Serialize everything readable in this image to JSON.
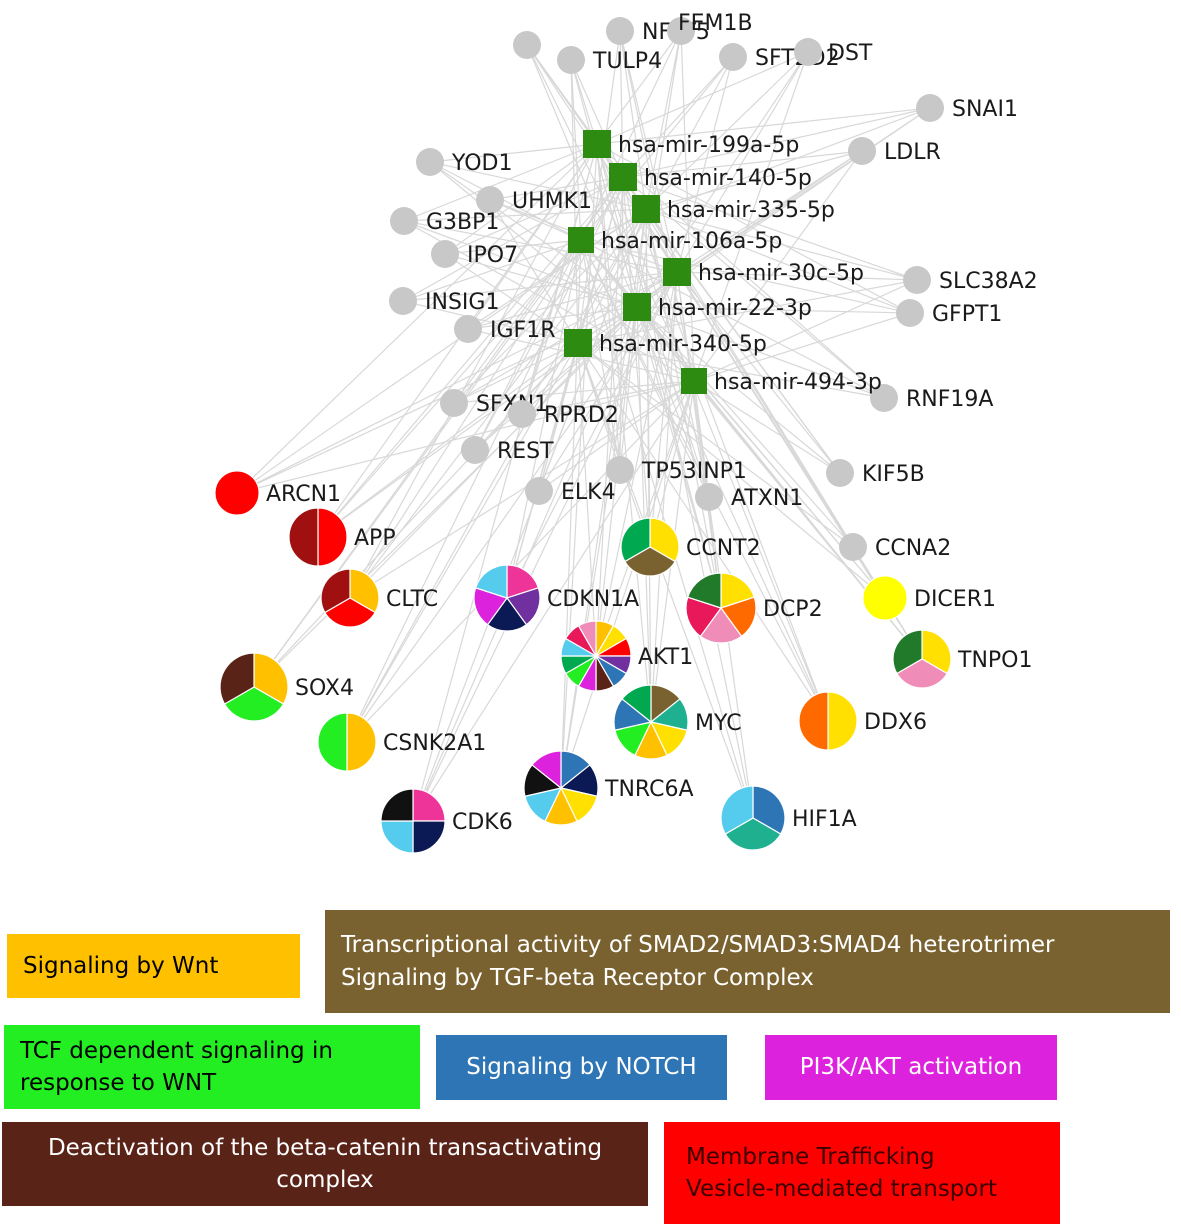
{
  "colors": {
    "edge": "#d8d8d8",
    "gene_node": "#c8c8c8",
    "mirna_node": "#2e8b12",
    "wnt": "#ffc000",
    "tgf": "#7a6230",
    "tcf": "#22ee22",
    "notch": "#2e75b6",
    "pi3k": "#dd22dd",
    "deact": "#5a2318",
    "membrane": "#ff0000"
  },
  "mirnas": [
    {
      "id": "m199",
      "label": "hsa-mir-199a-5p"
    },
    {
      "id": "m140",
      "label": "hsa-mir-140-5p"
    },
    {
      "id": "m335",
      "label": "hsa-mir-335-5p"
    },
    {
      "id": "m106",
      "label": "hsa-mir-106a-5p"
    },
    {
      "id": "m30c",
      "label": "hsa-mir-30c-5p"
    },
    {
      "id": "m22",
      "label": "hsa-mir-22-3p"
    },
    {
      "id": "m340",
      "label": "hsa-mir-340-5p"
    },
    {
      "id": "m494",
      "label": "hsa-mir-494-3p"
    }
  ],
  "genes": [
    {
      "id": "g_unl",
      "label": ""
    },
    {
      "id": "tulp4",
      "label": "TULP4"
    },
    {
      "id": "nfat5",
      "label": "NFAT5"
    },
    {
      "id": "fem1b",
      "label": "FEM1B"
    },
    {
      "id": "sft2d2",
      "label": "SFT2D2"
    },
    {
      "id": "dst",
      "label": "DST"
    },
    {
      "id": "snai1",
      "label": "SNAI1"
    },
    {
      "id": "ldlr",
      "label": "LDLR"
    },
    {
      "id": "yod1",
      "label": "YOD1"
    },
    {
      "id": "uhmk1",
      "label": "UHMK1"
    },
    {
      "id": "g3bp1",
      "label": "G3BP1"
    },
    {
      "id": "ipo7",
      "label": "IPO7"
    },
    {
      "id": "slc38a2",
      "label": "SLC38A2"
    },
    {
      "id": "gfpt1",
      "label": "GFPT1"
    },
    {
      "id": "insig1",
      "label": "INSIG1"
    },
    {
      "id": "igf1r",
      "label": "IGF1R"
    },
    {
      "id": "rnf19a",
      "label": "RNF19A"
    },
    {
      "id": "sfxn1",
      "label": "SFXN1"
    },
    {
      "id": "rprd2",
      "label": "RPRD2"
    },
    {
      "id": "rest",
      "label": "REST"
    },
    {
      "id": "kif5b",
      "label": "KIF5B"
    },
    {
      "id": "tp53inp1",
      "label": "TP53INP1"
    },
    {
      "id": "elk4",
      "label": "ELK4"
    },
    {
      "id": "atxn1",
      "label": "ATXN1"
    },
    {
      "id": "ccna2",
      "label": "CCNA2"
    }
  ],
  "pathway_genes": [
    {
      "id": "arcn1",
      "label": "ARCN1",
      "segments": [
        "#ff0000"
      ]
    },
    {
      "id": "app",
      "label": "APP",
      "segments": [
        "#ff0000",
        "#a01010"
      ]
    },
    {
      "id": "ccnt2",
      "label": "CCNT2",
      "segments": [
        "#ffe000",
        "#7a6230",
        "#00a850"
      ]
    },
    {
      "id": "cltc",
      "label": "CLTC",
      "segments": [
        "#ffc000",
        "#ff0000",
        "#a01010"
      ]
    },
    {
      "id": "cdkn1a",
      "label": "CDKN1A",
      "segments": [
        "#ee3399",
        "#7030a0",
        "#0b1a55",
        "#dd22dd",
        "#55ccee"
      ]
    },
    {
      "id": "dcp2",
      "label": "DCP2",
      "segments": [
        "#ffe000",
        "#ff6a00",
        "#f08cb8",
        "#e8185a",
        "#217a2a"
      ]
    },
    {
      "id": "dicer1",
      "label": "DICER1",
      "segments": [
        "#ffff00"
      ]
    },
    {
      "id": "akt1",
      "label": "AKT1",
      "segments": [
        "#ffc000",
        "#ffe000",
        "#ff0000",
        "#7030a0",
        "#2e75b6",
        "#5a2318",
        "#dd22dd",
        "#22ee22",
        "#00a850",
        "#55ccee",
        "#e8185a",
        "#f08cb8"
      ]
    },
    {
      "id": "tnpo1",
      "label": "TNPO1",
      "segments": [
        "#ffe000",
        "#f08cb8",
        "#217a2a"
      ]
    },
    {
      "id": "sox4",
      "label": "SOX4",
      "segments": [
        "#ffc000",
        "#22ee22",
        "#5a2318"
      ]
    },
    {
      "id": "myc",
      "label": "MYC",
      "segments": [
        "#7a6230",
        "#1fb090",
        "#ffe000",
        "#ffc000",
        "#22ee22",
        "#2e75b6",
        "#00a850"
      ]
    },
    {
      "id": "ddx6",
      "label": "DDX6",
      "segments": [
        "#ffe000",
        "#ff6a00"
      ]
    },
    {
      "id": "csnk2a1",
      "label": "CSNK2A1",
      "segments": [
        "#ffc000",
        "#22ee22"
      ]
    },
    {
      "id": "tnrc6a",
      "label": "TNRC6A",
      "segments": [
        "#2e75b6",
        "#0b1a55",
        "#ffe000",
        "#ffc000",
        "#55ccee",
        "#111111",
        "#dd22dd"
      ]
    },
    {
      "id": "hif1a",
      "label": "HIF1A",
      "segments": [
        "#2e75b6",
        "#1fb090",
        "#55ccee"
      ]
    },
    {
      "id": "cdk6",
      "label": "CDK6",
      "segments": [
        "#ee3399",
        "#0b1a55",
        "#55ccee",
        "#111111"
      ]
    }
  ],
  "legend": {
    "wnt": [
      "Signaling by Wnt"
    ],
    "tgf": [
      "Transcriptional activity of SMAD2/SMAD3:SMAD4 heterotrimer",
      "Signaling by TGF-beta Receptor Complex"
    ],
    "tcf": [
      "TCF dependent signaling in",
      "response to WNT"
    ],
    "notch": [
      "Signaling by NOTCH"
    ],
    "pi3k": [
      "PI3K/AKT activation"
    ],
    "deact": [
      "Deactivation of the beta-catenin transactivating",
      "complex"
    ],
    "membrane": [
      "Membrane Trafficking",
      "Vesicle-mediated transport"
    ]
  }
}
